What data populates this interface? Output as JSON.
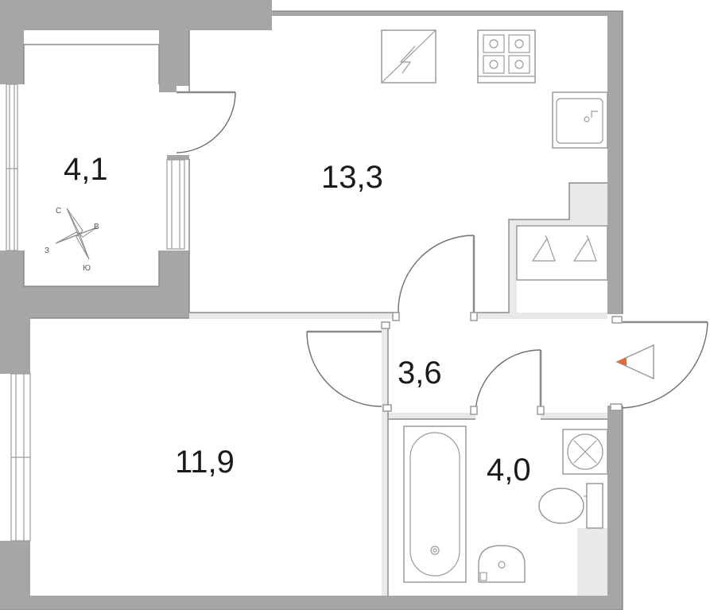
{
  "rooms": [
    {
      "id": "balcony",
      "area": "4,1"
    },
    {
      "id": "kitchen-living",
      "area": "13,3"
    },
    {
      "id": "hallway",
      "area": "3,6"
    },
    {
      "id": "bedroom",
      "area": "11,9"
    },
    {
      "id": "bathroom",
      "area": "4,0"
    }
  ],
  "compass": {
    "north": "С",
    "east": "В",
    "south": "Ю",
    "west": "З"
  },
  "colors": {
    "wall": "#a6a6a6",
    "wall_light": "#e9e9e9",
    "entrance_marker": "#f26522"
  }
}
